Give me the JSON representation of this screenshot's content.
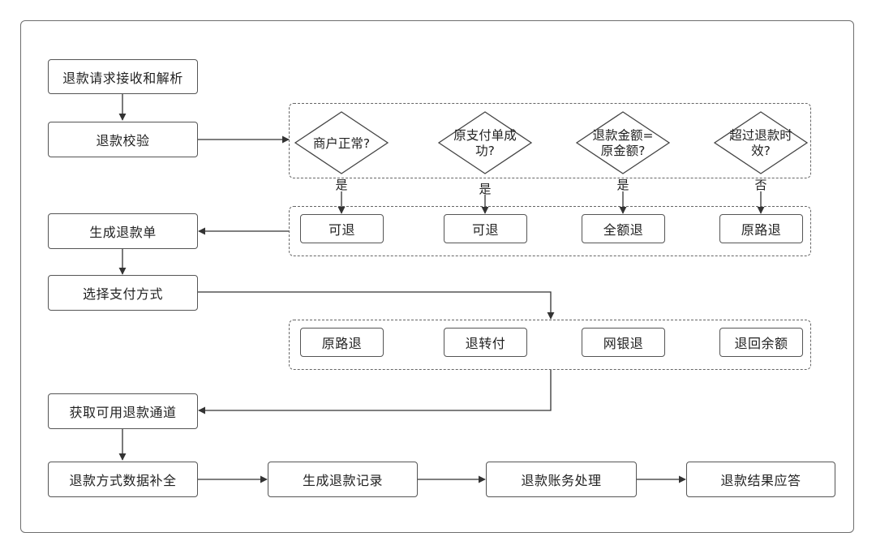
{
  "flow": {
    "receive": "退款请求接收和解析",
    "validate": "退款校验",
    "create_order": "生成退款单",
    "choose_payment": "选择支付方式",
    "get_channel": "获取可用退款通道",
    "complete_data": "退款方式数据补全",
    "create_record": "生成退款记录",
    "accounting": "退款账务处理",
    "response": "退款结果应答"
  },
  "checks": [
    {
      "question": "商户正常?",
      "answer": "是",
      "result": "可退"
    },
    {
      "question": "原支付单成功?",
      "answer": "是",
      "result": "可退"
    },
    {
      "question": "退款金额=原金额?",
      "answer": "是",
      "result": "全额退"
    },
    {
      "question": "超过退款时效?",
      "answer": "否",
      "result": "原路退"
    }
  ],
  "check_lines": [
    [
      "商户正常?"
    ],
    [
      "原支付单成",
      "功?"
    ],
    [
      "退款金额=",
      "原金额?"
    ],
    [
      "超过退款时",
      "效?"
    ]
  ],
  "payment_methods": [
    "原路退",
    "退转付",
    "网银退",
    "退回余额"
  ]
}
